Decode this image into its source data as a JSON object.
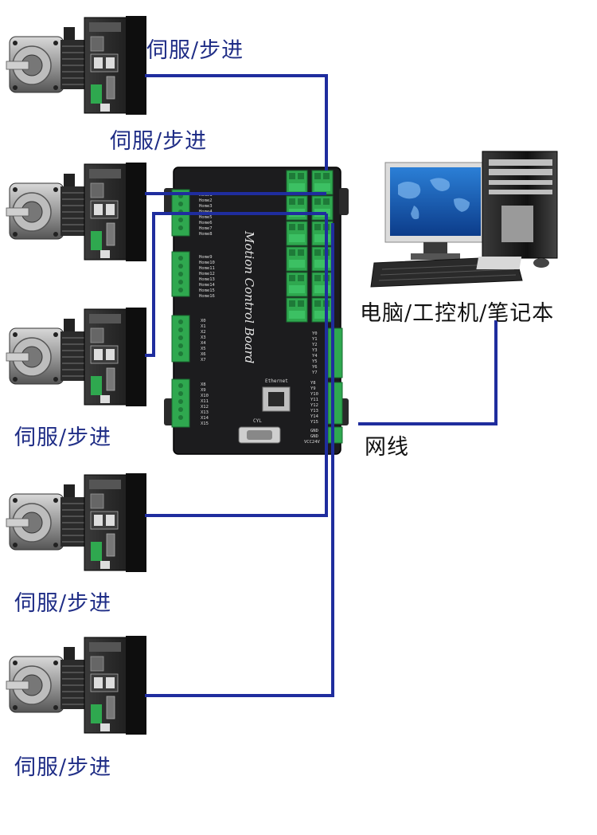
{
  "labels": {
    "servo_1": "伺服/步进",
    "servo_2": "伺服/步进",
    "servo_3": "伺服/步进",
    "servo_4": "伺服/步进",
    "servo_5": "伺服/步进",
    "computer": "电脑/工控机/笔记本",
    "network_cable": "网线"
  },
  "board": {
    "title": "Motion Control Board",
    "ethernet_label": "Ethernet",
    "can_label": "CYL",
    "home_inputs_a": [
      "Home1",
      "Home2",
      "Home3",
      "Home4",
      "Home5",
      "Home6",
      "Home7",
      "Home8"
    ],
    "home_inputs_b": [
      "Home9",
      "Home10",
      "Home11",
      "Home12",
      "Home13",
      "Home14",
      "Home15",
      "Home16"
    ],
    "x_inputs_a": [
      "X0",
      "X1",
      "X2",
      "X3",
      "X4",
      "X5",
      "X6",
      "X7"
    ],
    "x_inputs_b": [
      "X8",
      "X9",
      "X10",
      "X11",
      "X12",
      "X13",
      "X14",
      "X15"
    ],
    "y_outputs_a": [
      "Y0",
      "Y1",
      "Y2",
      "Y3",
      "Y4",
      "Y5",
      "Y6",
      "Y7"
    ],
    "y_outputs_b": [
      "Y8",
      "Y9",
      "Y10",
      "Y11",
      "Y12",
      "Y13",
      "Y14",
      "Y15"
    ],
    "power_labels": [
      "GND",
      "GND",
      "VCC24V"
    ]
  },
  "colors": {
    "wire": "#1f2d9e",
    "label_text": "#1f2d86",
    "board_body": "#1c1c1e",
    "terminal_green": "#2fa84f"
  }
}
